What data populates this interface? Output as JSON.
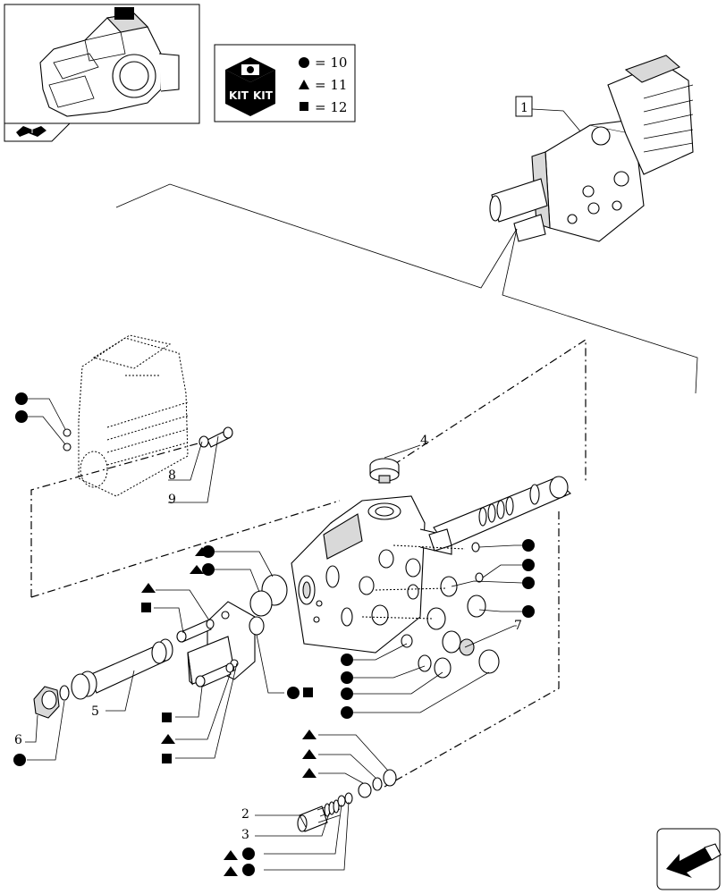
{
  "legend": {
    "kit_text_1": "KIT",
    "kit_text_2": "KIT",
    "entries": [
      {
        "symbol": "circle",
        "text": "= 10"
      },
      {
        "symbol": "triangle",
        "text": "= 11"
      },
      {
        "symbol": "square",
        "text": "= 12"
      }
    ]
  },
  "callouts": {
    "ref_1": "1",
    "part_2": "2",
    "part_3": "3",
    "part_4": "4",
    "part_5": "5",
    "part_6": "6",
    "part_7": "7",
    "part_8": "8",
    "part_9": "9"
  },
  "symbols": {
    "circle_color": "#000000",
    "triangle_color": "#000000",
    "square_color": "#000000"
  },
  "icons": {
    "thumbnail_nav": "book-arrow-icon",
    "next_page": "arrow-left-down-icon"
  }
}
